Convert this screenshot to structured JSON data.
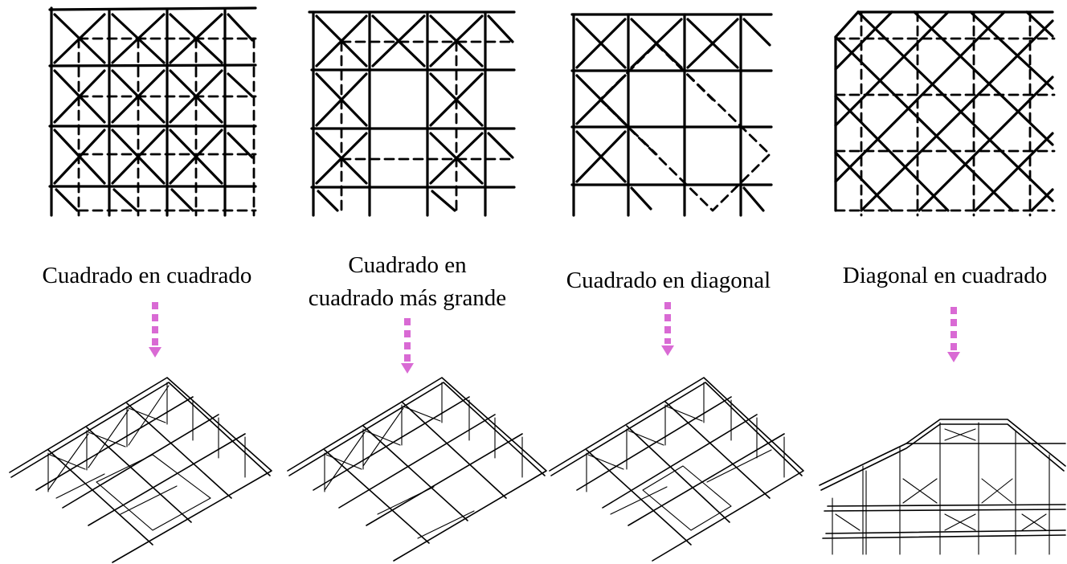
{
  "panels": [
    {
      "label_lines": [
        "Cuadrado en cuadrado"
      ]
    },
    {
      "label_lines": [
        "Cuadrado en",
        "cuadrado más grande"
      ]
    },
    {
      "label_lines": [
        "Cuadrado en diagonal"
      ]
    },
    {
      "label_lines": [
        "Diagonal en cuadrado"
      ]
    }
  ],
  "colors": {
    "arrow": "#d96ad4",
    "ink": "#000000",
    "background": "#ffffff"
  }
}
